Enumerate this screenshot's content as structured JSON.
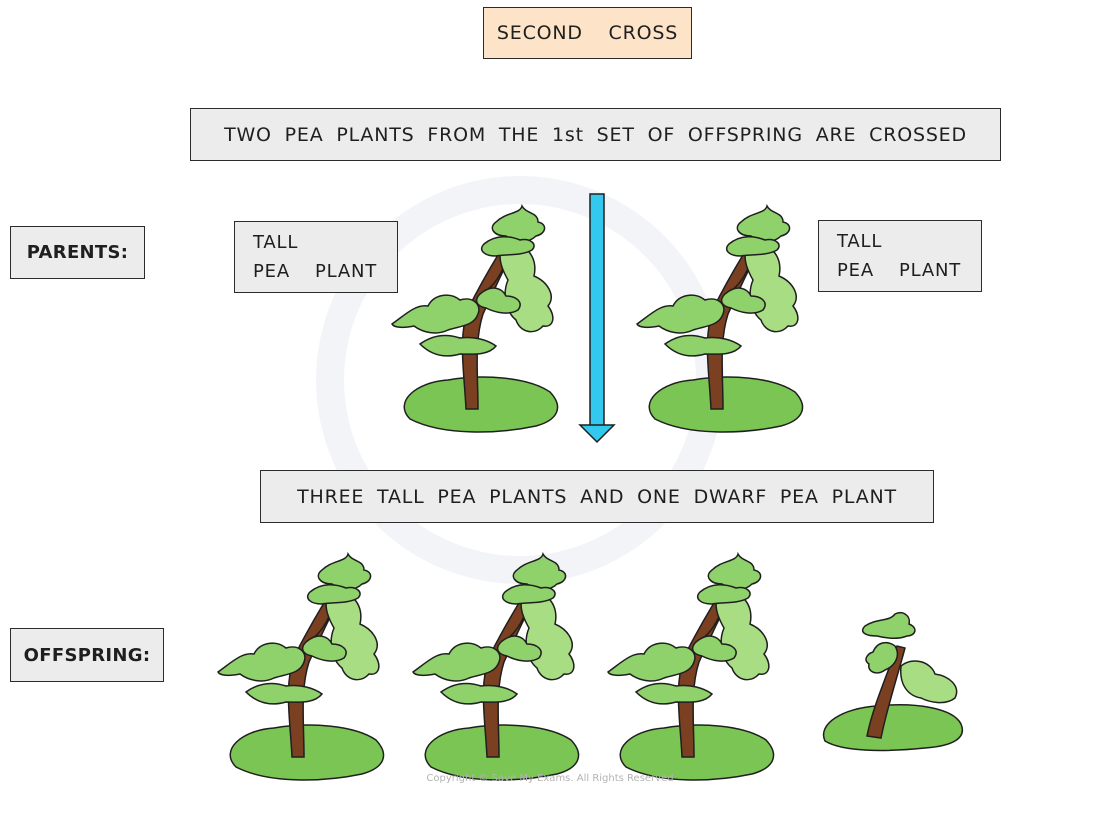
{
  "title": "SECOND  CROSS",
  "step_text": "TWO PEA PLANTS FROM THE 1st SET OF OFFSPRING ARE CROSSED",
  "parents_label": "PARENTS:",
  "parent_left": {
    "line1": "TALL",
    "line2": "PEA  PLANT"
  },
  "parent_right": {
    "line1": "TALL",
    "line2": "PEA  PLANT"
  },
  "result_text": "THREE TALL PEA PLANTS AND ONE DWARF PEA PLANT",
  "offspring_label": "OFFSPRING:",
  "offspring": [
    {
      "type": "tall"
    },
    {
      "type": "tall"
    },
    {
      "type": "tall"
    },
    {
      "type": "dwarf"
    }
  ],
  "copyright": "Copyright © Save My Exams. All Rights Reserved",
  "colors": {
    "title_bg": "#fde3c8",
    "box_bg": "#ececec",
    "arrow": "#33c9ef",
    "leaf": "#8fd16a",
    "leaf_light": "#a9dd83",
    "ground": "#7ac553",
    "stem": "#7a4021"
  }
}
